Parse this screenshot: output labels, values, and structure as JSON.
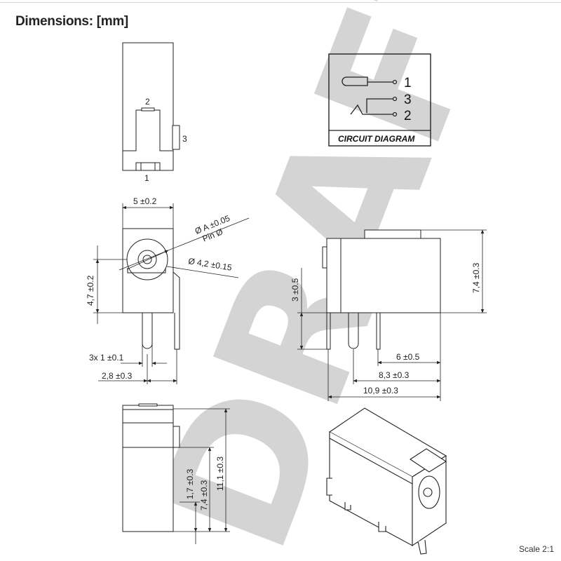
{
  "title": "Dimensions: [mm]",
  "scale": "Scale 2:1",
  "watermark": "DRAFT",
  "top_view": {
    "pin_2": "2",
    "pin_3": "3",
    "pin_1": "1"
  },
  "circuit_diagram": {
    "pin_1": "1",
    "pin_3": "3",
    "pin_2": "2",
    "caption": "CIRCUIT DIAGRAM"
  },
  "front_view": {
    "width": "5 ±0.2",
    "pin_diameter": "Ø A ±0.05",
    "pin_label": "Pin Ø",
    "hole_diameter": "Ø 4,2 ±0.15",
    "height_center": "4,7 ±0.2",
    "pin_width": "3x  1 ±0.1",
    "pin_offset": "2,8 ±0.3"
  },
  "side_view": {
    "height": "7,4 ±0.3",
    "pin_height": "3 ±0.5",
    "dim_6": "6 ±0.5",
    "dim_8_3": "8,3 ±0.3",
    "dim_10_9": "10,9 ±0.3"
  },
  "bottom_view": {
    "dim_1_7": "1,7 ±0.3",
    "dim_7_4": "7,4 ±0.3",
    "dim_11_1": "11,1 ±0.3"
  }
}
